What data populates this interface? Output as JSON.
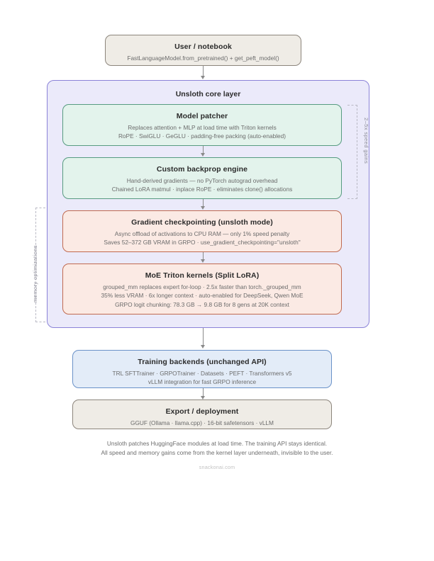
{
  "diagram_data": {
    "type": "flowchart",
    "orientation": "top-to-bottom",
    "node_count": 7,
    "background": "#ffffff"
  },
  "colors": {
    "page_background": "#ffffff",
    "core_layer_fill": "#ebeafa",
    "core_layer_border": "#8b83d8",
    "green_fill": "#e3f3ec",
    "green_border": "#579b81",
    "pink_fill": "#fbeae4",
    "pink_border": "#c06a50",
    "blue_fill": "#e3ecf8",
    "blue_border": "#6a92c8",
    "beige_fill": "#efece6",
    "beige_border": "#8c857c",
    "connector": "#8a8a8a",
    "bracket": "#b9b9c4",
    "title_text": "#2b2b2b",
    "sub_text": "#6b6b6b"
  },
  "nodes": {
    "user": {
      "title": "User / notebook",
      "lines": [
        "FastLanguageModel.from_pretrained() + get_peft_model()"
      ]
    },
    "model_patcher": {
      "title": "Model patcher",
      "lines": [
        "Replaces attention + MLP at load time with Triton kernels",
        "RoPE · SwiGLU · GeGLU · padding-free packing (auto-enabled)"
      ]
    },
    "backprop": {
      "title": "Custom backprop engine",
      "lines": [
        "Hand-derived gradients — no PyTorch autograd overhead",
        "Chained LoRA matmul · inplace RoPE · eliminates clone() allocations"
      ]
    },
    "checkpointing": {
      "title": "Gradient checkpointing (unsloth mode)",
      "lines": [
        "Async offload of activations to CPU RAM — only 1% speed penalty",
        "Saves 52–372 GB VRAM in GRPO · use_gradient_checkpointing=\"unsloth\""
      ]
    },
    "moe": {
      "title": "MoE Triton kernels (Split LoRA)",
      "lines": [
        "grouped_mm replaces expert for-loop · 2.5x faster than torch._grouped_mm",
        "35% less VRAM · 6x longer context · auto-enabled for DeepSeek, Qwen MoE",
        "GRPO logit chunking: 78.3 GB → 9.8 GB for 8 gens at 20K context"
      ]
    },
    "backends": {
      "title": "Training backends (unchanged API)",
      "lines": [
        "TRL SFTTrainer · GRPOTrainer · Datasets · PEFT · Transformers v5",
        "vLLM integration for fast GRPO inference"
      ]
    },
    "export": {
      "title": "Export / deployment",
      "lines": [
        "GGUF (Ollama · llama.cpp) · 16-bit safetensors · vLLM"
      ]
    }
  },
  "core_layer": {
    "title": "Unsloth core layer"
  },
  "annotations": {
    "speed_label": "2–5x speed gains",
    "memory_label": "memory optimizations"
  },
  "footer": {
    "line1": "Unsloth patches HuggingFace modules at load time. The training API stays identical.",
    "line2": "All speed and memory gains come from the kernel layer underneath, invisible to the user.",
    "watermark": "snackonai.com"
  }
}
